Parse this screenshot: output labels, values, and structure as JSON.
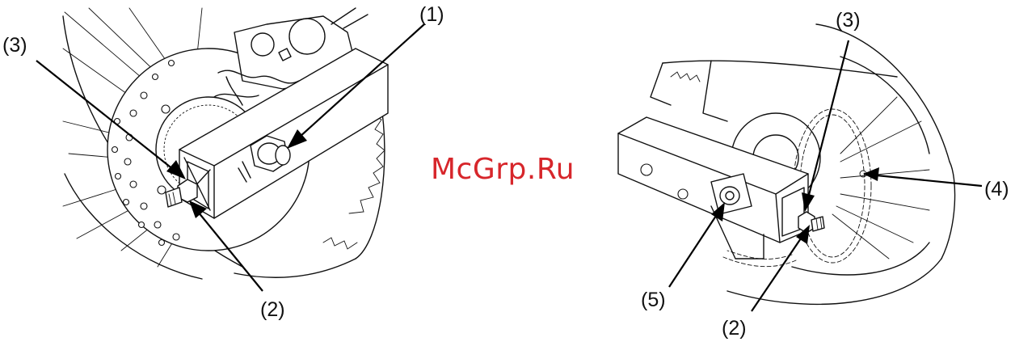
{
  "figure": {
    "left_view": {
      "callouts": [
        {
          "id": "c1",
          "label": "(1)"
        },
        {
          "id": "c3",
          "label": "(3)"
        },
        {
          "id": "c2",
          "label": "(2)"
        }
      ]
    },
    "right_view": {
      "callouts": [
        {
          "id": "c3",
          "label": "(3)"
        },
        {
          "id": "c4",
          "label": "(4)"
        },
        {
          "id": "c5",
          "label": "(5)"
        },
        {
          "id": "c2",
          "label": "(2)"
        }
      ]
    },
    "watermark": "McGrp.Ru"
  },
  "colors": {
    "line": "#111111",
    "background": "#ffffff",
    "watermark": "#d7262b"
  }
}
